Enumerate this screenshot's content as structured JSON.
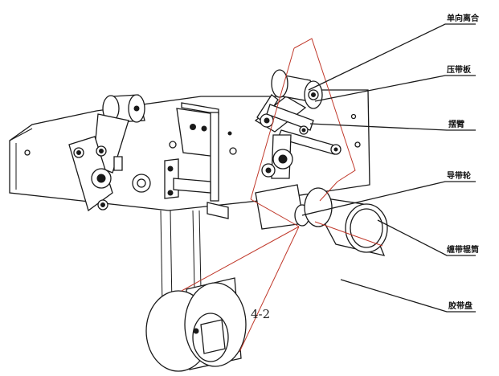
{
  "figure_label": "4-2",
  "labels": {
    "one_way_clutch": "单向离合",
    "pressure_belt": "压带板",
    "lever": "摆臂",
    "guide_wheel": "导带轮",
    "tape_roller": "缠带辊筒",
    "tape": "胶带盘"
  },
  "colors": {
    "line": "#1a1a1a",
    "tape": "#c0392b",
    "background": "#ffffff"
  }
}
